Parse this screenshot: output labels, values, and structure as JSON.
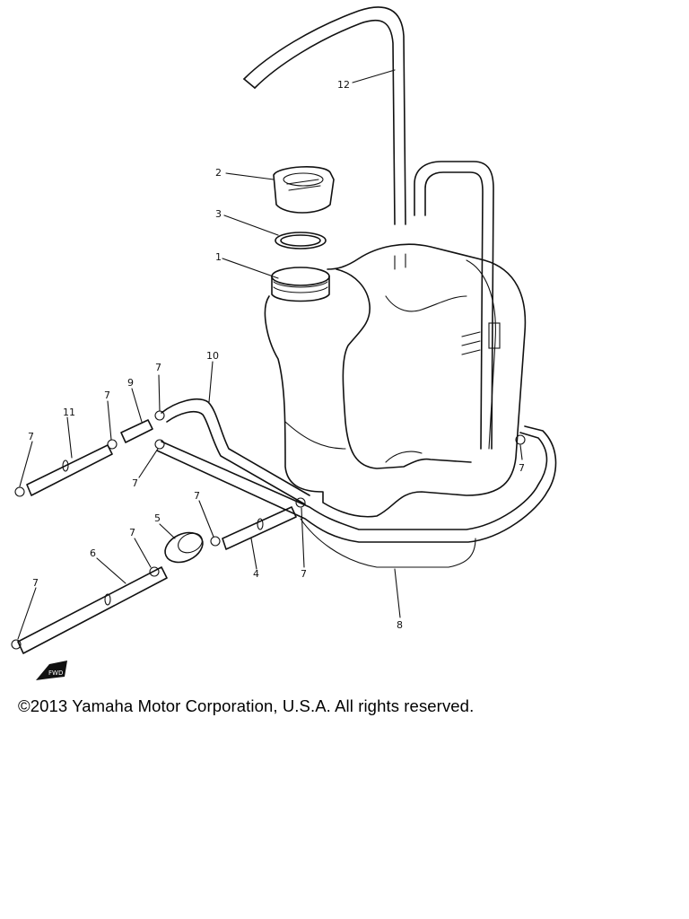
{
  "diagram": {
    "parts": [
      {
        "id": "tank",
        "label": "1"
      },
      {
        "id": "cap",
        "label": "2"
      },
      {
        "id": "gasket",
        "label": "3"
      },
      {
        "id": "pipe-4",
        "label": "4"
      },
      {
        "id": "filter",
        "label": "5"
      },
      {
        "id": "pipe-6",
        "label": "6"
      },
      {
        "id": "clip-a",
        "label": "7"
      },
      {
        "id": "clip-b",
        "label": "7"
      },
      {
        "id": "clip-c",
        "label": "7"
      },
      {
        "id": "clip-d",
        "label": "7"
      },
      {
        "id": "clip-e",
        "label": "7"
      },
      {
        "id": "clip-f",
        "label": "7"
      },
      {
        "id": "clip-g",
        "label": "7"
      },
      {
        "id": "clip-h",
        "label": "7"
      },
      {
        "id": "clip-i",
        "label": "7"
      },
      {
        "id": "hose-8",
        "label": "8"
      },
      {
        "id": "joint-9",
        "label": "9"
      },
      {
        "id": "hose-10",
        "label": "10"
      },
      {
        "id": "hose-11",
        "label": "11"
      },
      {
        "id": "hose-12",
        "label": "12"
      }
    ],
    "fwd_mark": "FWD"
  },
  "footer": {
    "copyright": "©2013 Yamaha Motor Corporation, U.S.A. All rights reserved."
  }
}
